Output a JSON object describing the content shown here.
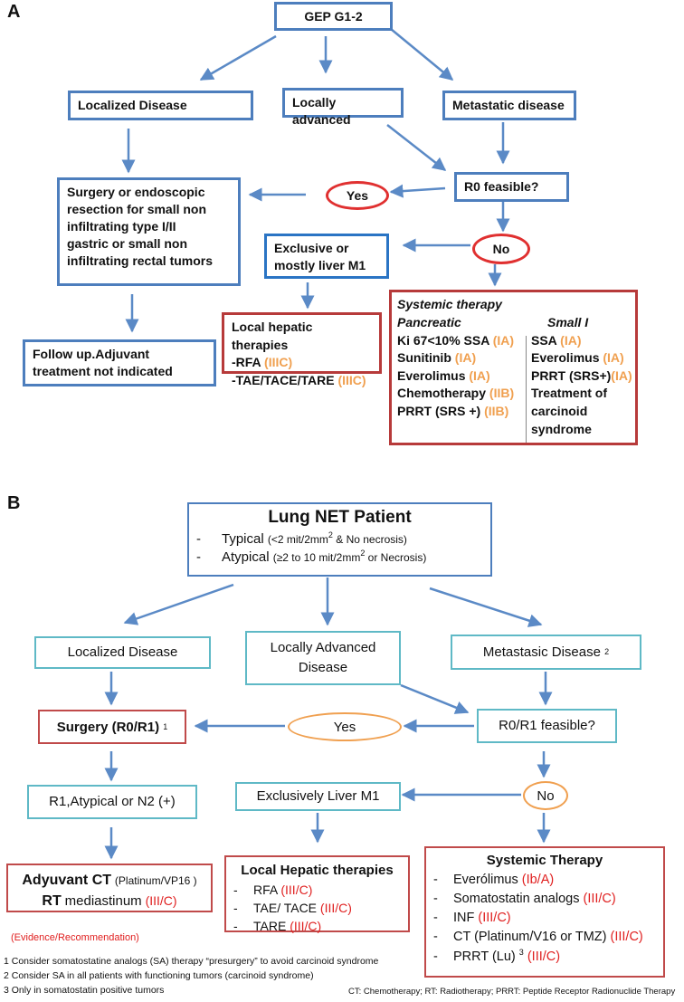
{
  "panelA": {
    "label": "A",
    "root": "GEP G1-2",
    "localized": "Localized Disease",
    "locally_advanced": "Locally advanced",
    "metastatic": "Metastatic disease",
    "r0": "R0 feasible?",
    "yes": "Yes",
    "no": "No",
    "surgery_lines": [
      "Surgery or endoscopic",
      "resection for small non",
      "infiltrating type I/II",
      "gastric or small non",
      "infiltrating rectal tumors"
    ],
    "liver_lines": [
      "Exclusive or",
      "mostly liver M1"
    ],
    "followup_lines": [
      "Follow up.Adjuvant",
      "treatment not indicated"
    ],
    "local": {
      "title": "Local hepatic therapies",
      "items": [
        {
          "text": "-RFA",
          "ev": "(IIIC)"
        },
        {
          "text": "-TAE/TACE/TARE",
          "ev": "(IIIC)"
        }
      ]
    },
    "systemic": {
      "title": "Systemic therapy",
      "pancreatic_title": "Pancreatic",
      "small_title": "Small I",
      "pancreatic": [
        {
          "text": "Ki 67<10% SSA",
          "ev": "(IA)"
        },
        {
          "text": "Sunitinib",
          "ev": "(IA)"
        },
        {
          "text": "Everolimus",
          "ev": "(IA)"
        },
        {
          "text": "Chemotherapy",
          "ev": "(IIB)"
        },
        {
          "text": "PRRT (SRS +)",
          "ev": "(IIB)"
        }
      ],
      "small": [
        {
          "text": "SSA",
          "ev": "(IA)"
        },
        {
          "text": "Everolimus",
          "ev": "(IA)"
        },
        {
          "text": "PRRT (SRS+)",
          "ev": "(IA)"
        },
        {
          "text": "Treatment of",
          "ev": ""
        },
        {
          "text": "carcinoid",
          "ev": ""
        },
        {
          "text": "syndrome",
          "ev": ""
        }
      ]
    }
  },
  "panelB": {
    "label": "B",
    "root_title": "Lung NET Patient",
    "root_lines": [
      {
        "dash": "-",
        "main": "Typical",
        "detail_a": "(<2 mit/2mm",
        "sup": "2",
        "detail_b": " & No necrosis)"
      },
      {
        "dash": "-",
        "main": "Atypical",
        "detail_a": "(≥2 to 10 mit/2mm",
        "sup": "2",
        "detail_b": " or Necrosis)"
      }
    ],
    "localized": "Localized Disease",
    "locally_advanced_lines": [
      "Locally Advanced",
      "Disease"
    ],
    "metastatic": "Metastasic Disease",
    "metastatic_sup": "2",
    "surgery": "Surgery (R0/R1)",
    "surgery_sup": "1",
    "yes": "Yes",
    "r0r1": "R0/R1 feasible?",
    "r1": "R1,Atypical or N2 (+)",
    "liver": "Exclusively Liver M1",
    "no": "No",
    "adjuvant": {
      "line1_bold": "Adyuvant CT",
      "line1_small": "(Platinum/VP16 )",
      "line2_bold": "RT",
      "line2_rest": "mediastinum",
      "line2_ev": "(III/C)"
    },
    "local": {
      "title": "Local Hepatic therapies",
      "items": [
        {
          "text": "RFA",
          "ev": "(III/C)"
        },
        {
          "text": "TAE/ TACE",
          "ev": "(III/C)"
        },
        {
          "text": "TARE",
          "ev": "(III/C)"
        }
      ]
    },
    "systemic": {
      "title": "Systemic Therapy",
      "items": [
        {
          "text": "Everólimus",
          "sup": "",
          "ev": "(Ib/A)"
        },
        {
          "text": "Somatostatin analogs",
          "sup": "",
          "ev": "(III/C)"
        },
        {
          "text": "INF",
          "sup": "",
          "ev": "(III/C)"
        },
        {
          "text": "CT (Platinum/V16 or TMZ)",
          "sup": "",
          "ev": "(III/C)"
        },
        {
          "text": "PRRT (Lu)",
          "sup": "3",
          "ev": "(III/C)"
        }
      ]
    },
    "evidence_note": "(Evidence/Recommendation)",
    "footnotes": [
      "1 Consider somatostatine analogs (SA) therapy “presurgery” to avoid carcinoid syndrome",
      "2 Consider  SA in all patients with functioning tumors (carcinoid syndrome)",
      "3 Only in somatostatin positive tumors"
    ],
    "abbreviations": "CT: Chemotherapy; RT: Radiotherapy; PRRT: Peptide Receptor Radionuclide Therapy"
  },
  "colors": {
    "panelA_box": "#4d7ebd",
    "panelA_arrow": "#5b8ac6",
    "panelA_red": "#e03030",
    "panelA_darkred": "#b73a3a",
    "panelA_evidence": "#f0a050",
    "panelB_box": "#5fb9c6",
    "panelB_red": "#c04a4a",
    "panelB_oval": "#f0a050",
    "panelB_evidence": "#e02020"
  }
}
